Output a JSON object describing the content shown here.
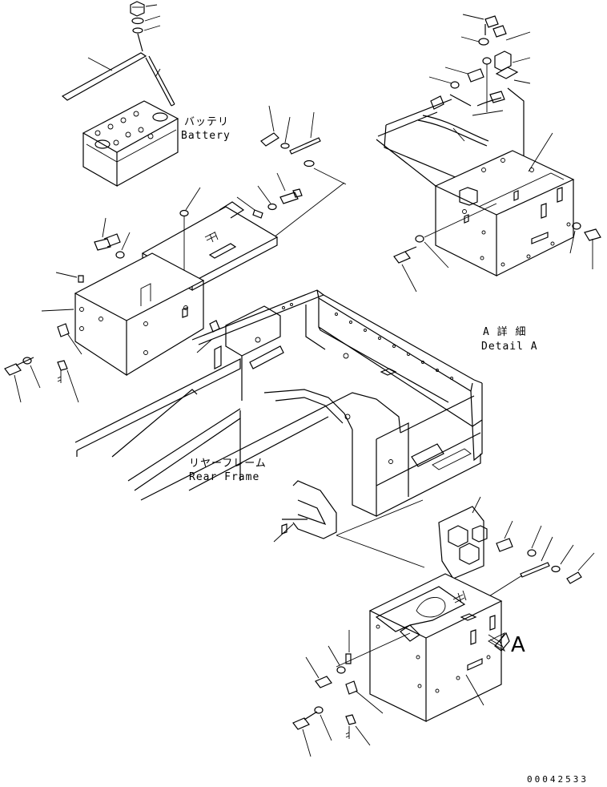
{
  "labels": {
    "battery_jp": "バッテリ",
    "battery_en": "Battery",
    "rear_frame_jp": "リヤーフレーム",
    "rear_frame_en": "Rear Frame",
    "detail_a_jp": "A 詳 細",
    "detail_a_en": "Detail A",
    "view_arrow": "A"
  },
  "drawing_number": "00042533"
}
